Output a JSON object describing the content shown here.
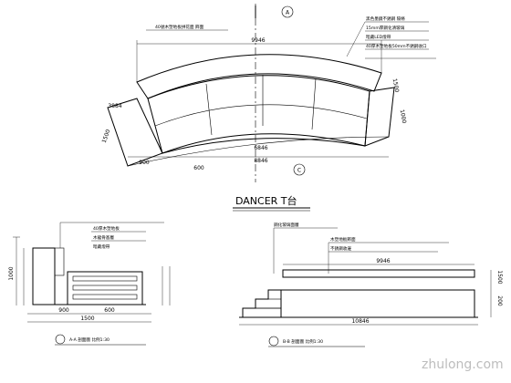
{
  "drawing": {
    "plan_title": "DANCER T台",
    "axis_marker": "A",
    "marker_c": "C",
    "plan_dimensions": {
      "top_width": "9946",
      "bottom_width": "6846",
      "bottom_width_2": "8846",
      "left_depth": "1500",
      "right_depth": "1000",
      "left_small": "3884",
      "right_small": "1500",
      "bottom_left": "900",
      "bottom_right": "600"
    },
    "plan_notes": [
      "40號木塑地板拼花面 飾面",
      "黑色墨鏡不銹鋼 隔條",
      "15mm厚鋼化清玻璃",
      "暗藏LED燈帶",
      "40厚木塑地板50mm不銹鋼收口"
    ],
    "section_left": {
      "label": "A-A 剖面圖 比例1:30",
      "dims": [
        "900",
        "600",
        "1500",
        "1000"
      ],
      "notes": [
        "40厚木塑地板",
        "木龍骨基層",
        "暗藏燈帶"
      ]
    },
    "section_right": {
      "label": "B-B 剖面圖 比例1:30",
      "dims": [
        "9946",
        "10846",
        "1500",
        "200"
      ],
      "notes": [
        "鋼化玻璃面層",
        "木塑地板飾面",
        "不銹鋼收邊"
      ]
    },
    "watermark": "zhulong.com"
  }
}
